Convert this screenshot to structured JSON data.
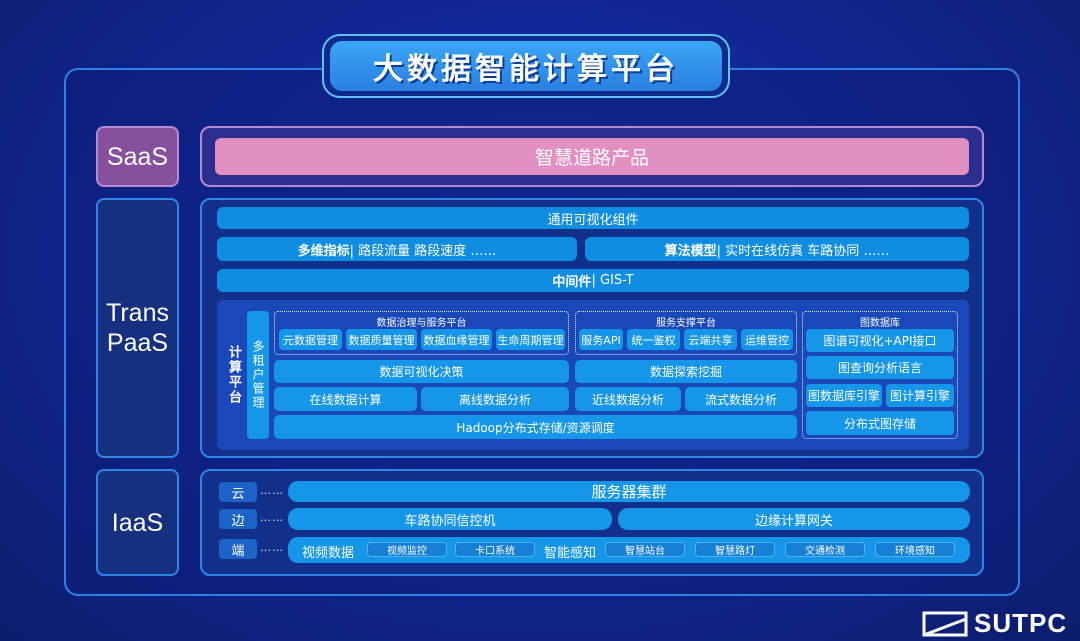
{
  "title": "大数据智能计算平台",
  "layers": {
    "saas": {
      "label": "SaaS",
      "product": "智慧道路产品"
    },
    "paas": {
      "label_line1": "Trans",
      "label_line2": "PaaS"
    },
    "iaas": {
      "label": "IaaS"
    }
  },
  "paas": {
    "components": "通用可视化组件",
    "metrics": {
      "bold": "多维指标",
      "rest": " | 路段流量 路段速度 ……"
    },
    "algorithms": {
      "bold": "算法模型",
      "rest": " | 实时在线仿真 车路协同 ……"
    },
    "middleware": {
      "bold": "中间件",
      "rest": " | GIS-T"
    },
    "compute_label": "计算平台",
    "tenant_label": "多租户管理",
    "governance": {
      "title": "数据治理与服务平台",
      "items": [
        "元数据管理",
        "数据质量管理",
        "数据血缘管理",
        "生命周期管理"
      ]
    },
    "service": {
      "title": "服务支撑平台",
      "items": [
        "服务API",
        "统一鉴权",
        "云端共享",
        "运维管控"
      ]
    },
    "visual_decision": "数据可视化决策",
    "explore_mining": "数据探索挖掘",
    "online_compute": "在线数据计算",
    "offline_analysis": "离线数据分析",
    "near_analysis": "近线数据分析",
    "stream_analysis": "流式数据分析",
    "hadoop": "Hadoop分布式存储/资源调度",
    "graph_db": {
      "title": "图数据库",
      "visual_api": "图谱可视化+API接口",
      "query_lang": "图查询分析语言",
      "db_engine": "图数据库引擎",
      "compute_engine": "图计算引擎",
      "storage": "分布式图存储"
    }
  },
  "iaas": {
    "rows": [
      {
        "label": "云",
        "connector": "……",
        "item": "服务器集群"
      },
      {
        "label": "边",
        "connector": "……",
        "item1": "车路协同信控机",
        "item2": "边缘计算网关"
      },
      {
        "label": "端",
        "connector": "……",
        "video": "视频数据",
        "video_tags": [
          "视频监控",
          "卡口系统"
        ],
        "sense": "智能感知",
        "sense_tags": [
          "智慧站台",
          "智慧路灯",
          "交通检测",
          "环境感知"
        ]
      }
    ]
  },
  "logo": {
    "text": "SUTPC"
  },
  "colors": {
    "background": "#0c1f74",
    "accent": "#0f8de0",
    "saas": "#e290c2",
    "saas_side": "#86509e"
  }
}
